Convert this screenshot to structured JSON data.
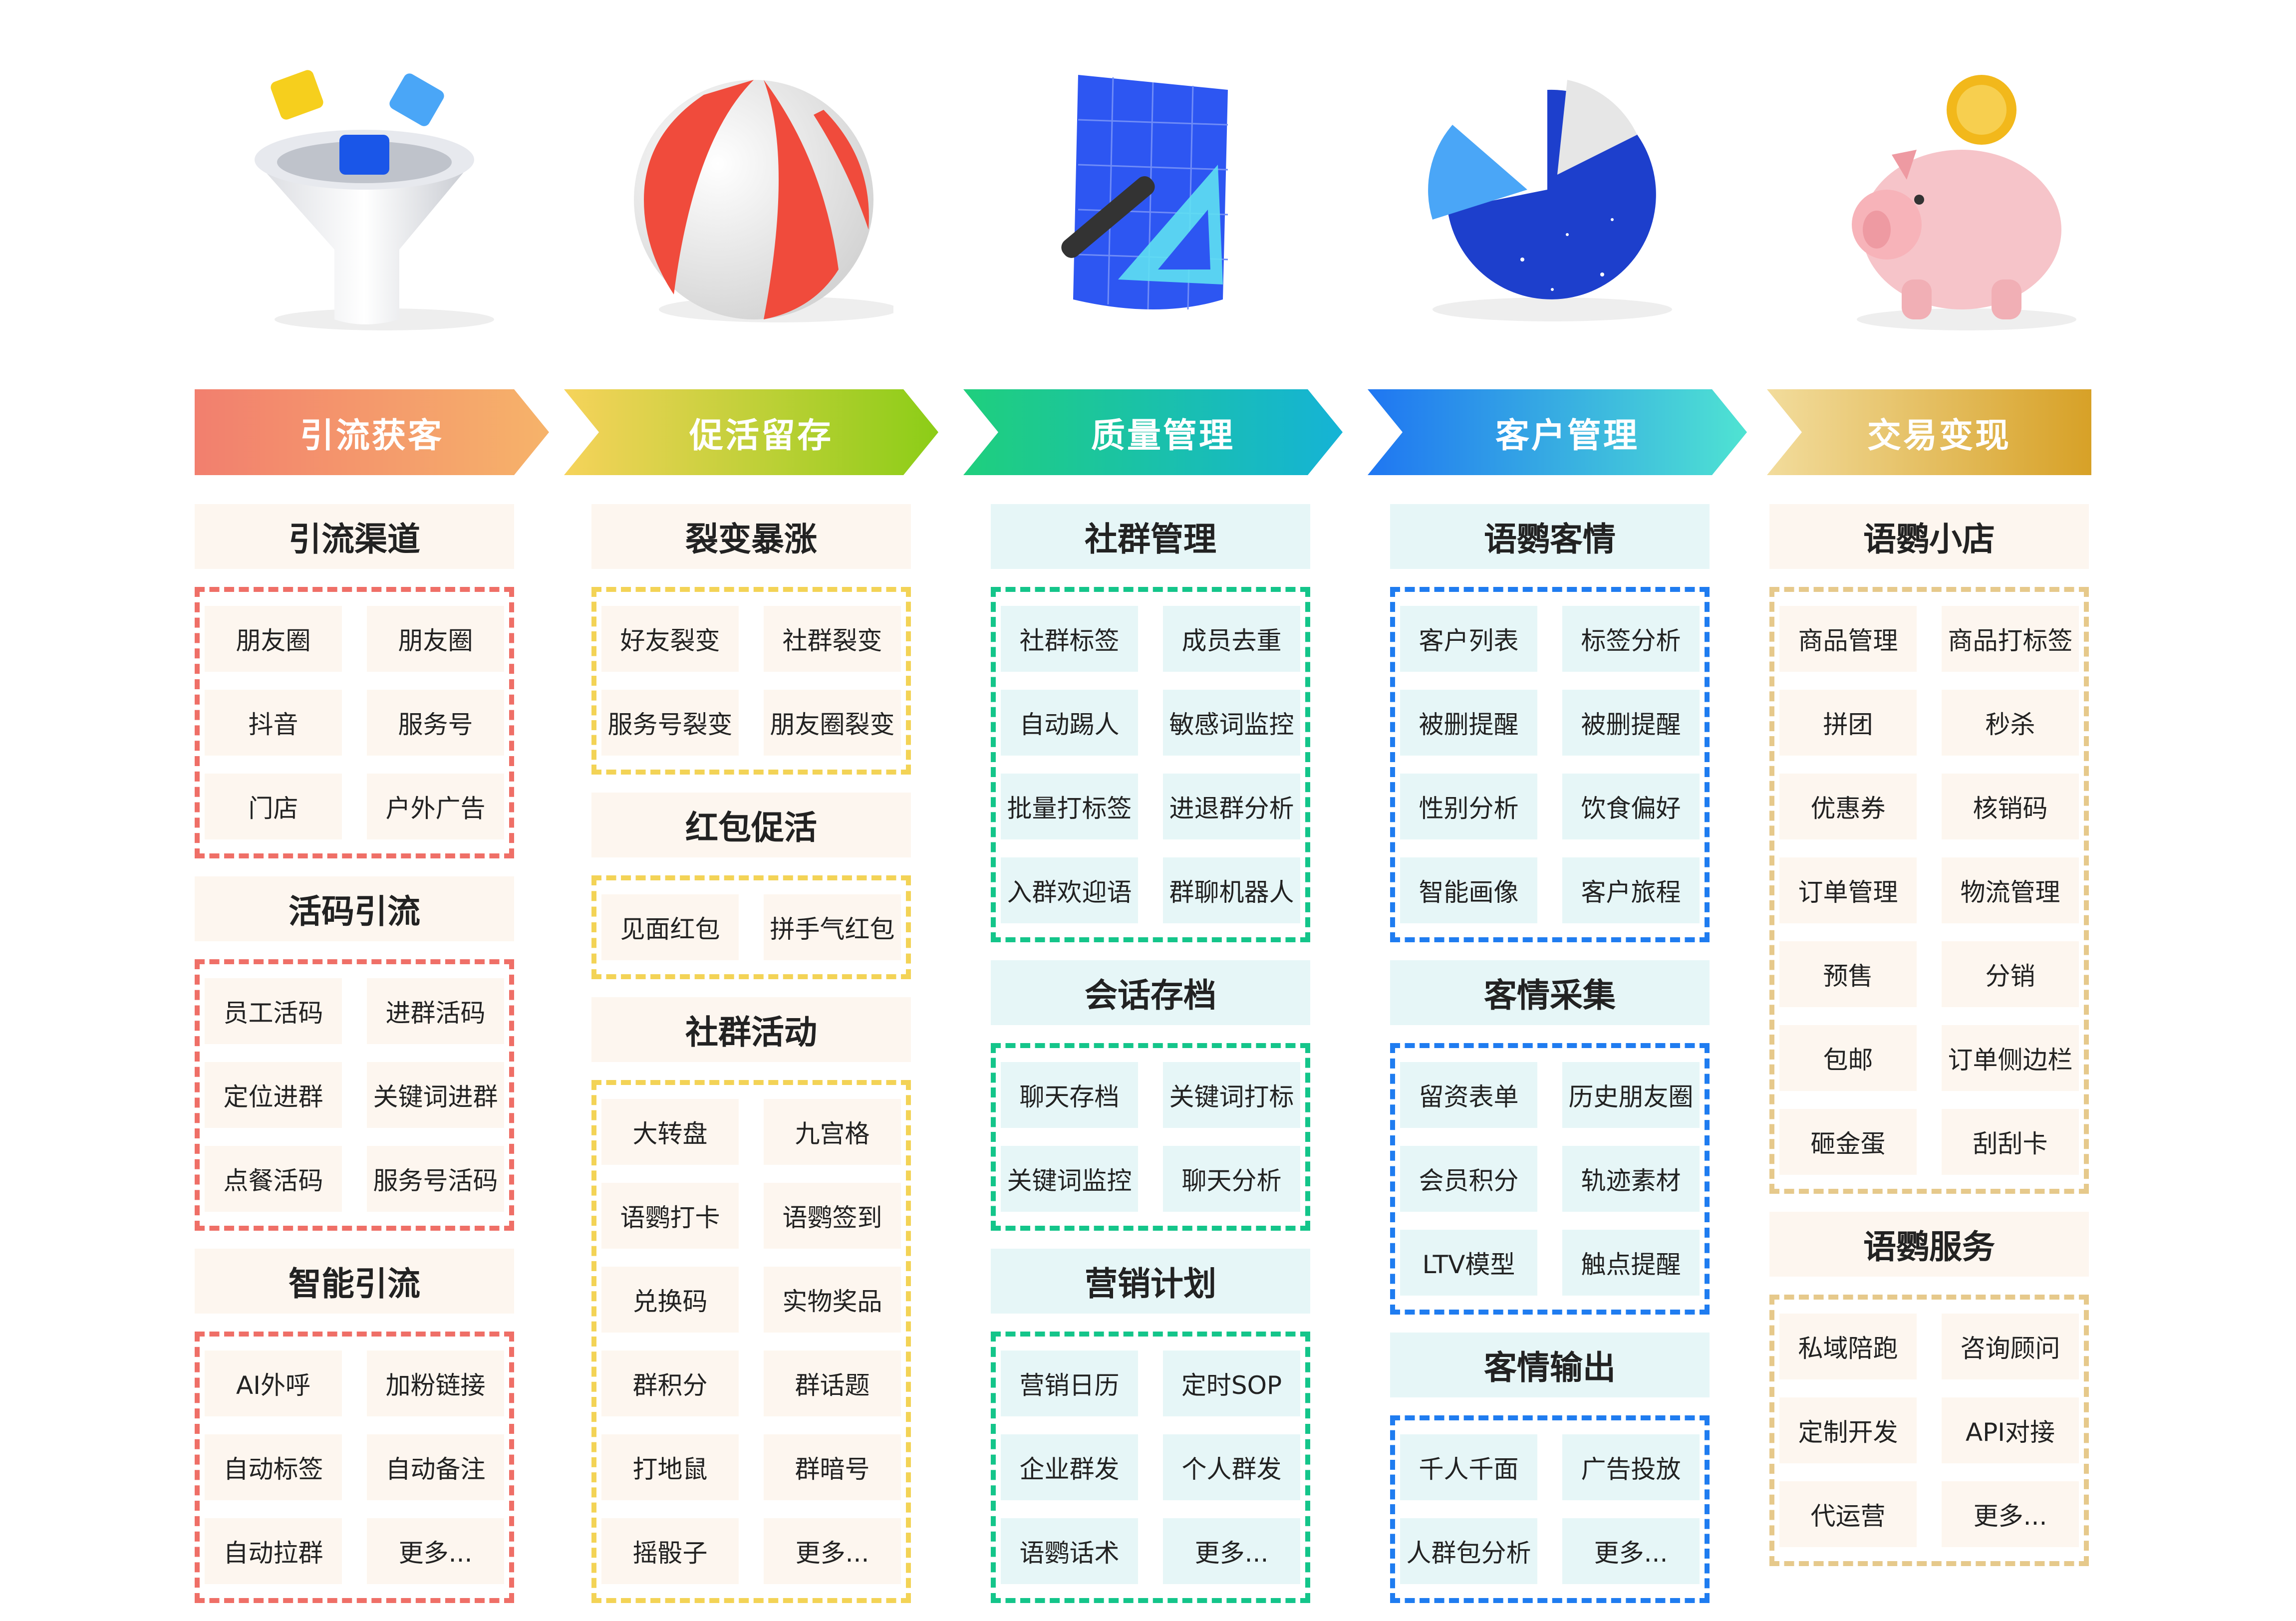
{
  "stages": [
    {
      "label": "引流获客",
      "colors": [
        "#f27f6e",
        "#f6b36a"
      ]
    },
    {
      "label": "促活留存",
      "colors": [
        "#f6d35b",
        "#8ccd17"
      ]
    },
    {
      "label": "质量管理",
      "colors": [
        "#1fcf7d",
        "#15b3d6"
      ]
    },
    {
      "label": "客户管理",
      "colors": [
        "#1f76f2",
        "#4fe3d2"
      ]
    },
    {
      "label": "交易变现",
      "colors": [
        "#f2dc9c",
        "#d7a127"
      ]
    }
  ],
  "icons": [
    "funnel-icon",
    "beach-ball-icon",
    "blueprint-ruler-icon",
    "pie-chart-icon",
    "piggy-bank-icon"
  ],
  "columns": [
    {
      "sections": [
        {
          "title": "引流渠道",
          "items": [
            "朋友圈",
            "朋友圈",
            "抖音",
            "服务号",
            "门店",
            "户外广告"
          ]
        },
        {
          "title": "活码引流",
          "items": [
            "员工活码",
            "进群活码",
            "定位进群",
            "关键词进群",
            "点餐活码",
            "服务号活码"
          ]
        },
        {
          "title": "智能引流",
          "items": [
            "AI外呼",
            "加粉链接",
            "自动标签",
            "自动备注",
            "自动拉群",
            "更多..."
          ]
        }
      ]
    },
    {
      "sections": [
        {
          "title": "裂变暴涨",
          "items": [
            "好友裂变",
            "社群裂变",
            "服务号裂变",
            "朋友圈裂变"
          ]
        },
        {
          "title": "红包促活",
          "items": [
            "见面红包",
            "拼手气红包"
          ]
        },
        {
          "title": "社群活动",
          "items": [
            "大转盘",
            "九宫格",
            "语鹦打卡",
            "语鹦签到",
            "兑换码",
            "实物奖品",
            "群积分",
            "群话题",
            "打地鼠",
            "群暗号",
            "摇骰子",
            "更多..."
          ]
        }
      ]
    },
    {
      "sections": [
        {
          "title": "社群管理",
          "items": [
            "社群标签",
            "成员去重",
            "自动踢人",
            "敏感词监控",
            "批量打标签",
            "进退群分析",
            "入群欢迎语",
            "群聊机器人"
          ]
        },
        {
          "title": "会话存档",
          "items": [
            "聊天存档",
            "关键词打标",
            "关键词监控",
            "聊天分析"
          ]
        },
        {
          "title": "营销计划",
          "items": [
            "营销日历",
            "定时SOP",
            "企业群发",
            "个人群发",
            "语鹦话术",
            "更多..."
          ]
        }
      ]
    },
    {
      "sections": [
        {
          "title": "语鹦客情",
          "items": [
            "客户列表",
            "标签分析",
            "被删提醒",
            "被删提醒",
            "性别分析",
            "饮食偏好",
            "智能画像",
            "客户旅程"
          ]
        },
        {
          "title": "客情采集",
          "items": [
            "留资表单",
            "历史朋友圈",
            "会员积分",
            "轨迹素材",
            "LTV模型",
            "触点提醒"
          ]
        },
        {
          "title": "客情输出",
          "items": [
            "千人千面",
            "广告投放",
            "人群包分析",
            "更多..."
          ]
        }
      ]
    },
    {
      "sections": [
        {
          "title": "语鹦小店",
          "items": [
            "商品管理",
            "商品打标签",
            "拼团",
            "秒杀",
            "优惠券",
            "核销码",
            "订单管理",
            "物流管理",
            "预售",
            "分销",
            "包邮",
            "订单侧边栏",
            "砸金蛋",
            "刮刮卡"
          ]
        },
        {
          "title": "语鹦服务",
          "items": [
            "私域陪跑",
            "咨询顾问",
            "定制开发",
            "API对接",
            "代运营",
            "更多..."
          ]
        }
      ]
    }
  ]
}
